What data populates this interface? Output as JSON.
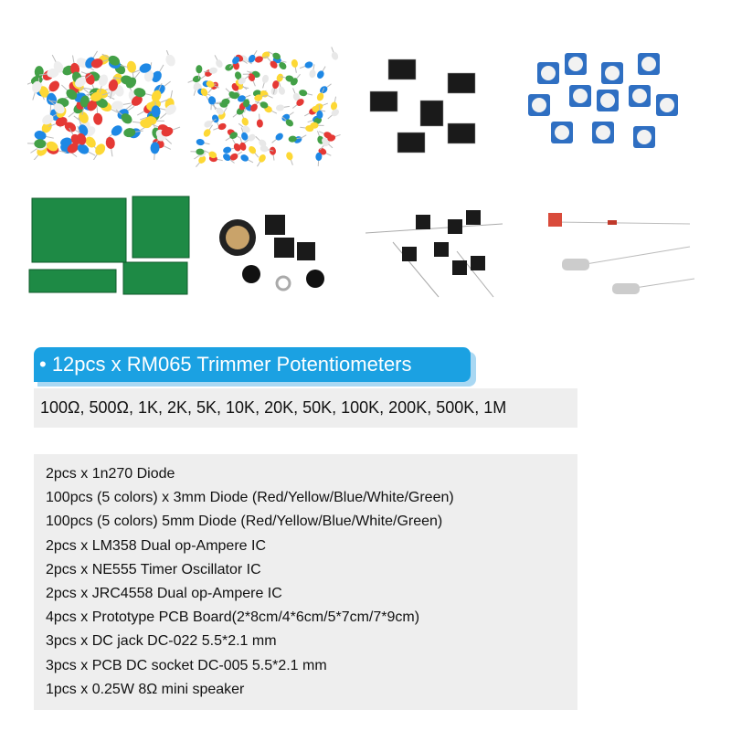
{
  "banner": {
    "title": "• 12pcs x RM065 Trimmer Potentiometers",
    "color": "#1ba1e2"
  },
  "values": "100Ω, 500Ω, 1K, 2K, 5K, 10K, 20K, 50K, 100K, 200K, 500K, 1M",
  "contents": [
    "2pcs x 1n270 Diode",
    "100pcs (5 colors) x 3mm Diode (Red/Yellow/Blue/White/Green)",
    "100pcs (5 colors) 5mm Diode (Red/Yellow/Blue/White/Green)",
    "2pcs x LM358 Dual op-Ampere IC",
    "2pcs x NE555 Timer Oscillator IC",
    "2pcs x JRC4558 Dual op-Ampere IC",
    "4pcs x Prototype PCB Board(2*8cm/4*6cm/5*7cm/7*9cm)",
    "3pcs x DC jack DC-022 5.5*2.1 mm",
    "3pcs x PCB DC socket DC-005 5.5*2.1 mm",
    "1pcs x 0.25W 8Ω mini speaker"
  ],
  "photos": [
    "led-5mm-photo",
    "led-3mm-photo",
    "dip-ic-photo",
    "trimmer-potentiometer-photo",
    "pcb-board-photo",
    "dc-jack-speaker-photo",
    "transistor-photo",
    "capacitor-diode-crystal-photo"
  ]
}
